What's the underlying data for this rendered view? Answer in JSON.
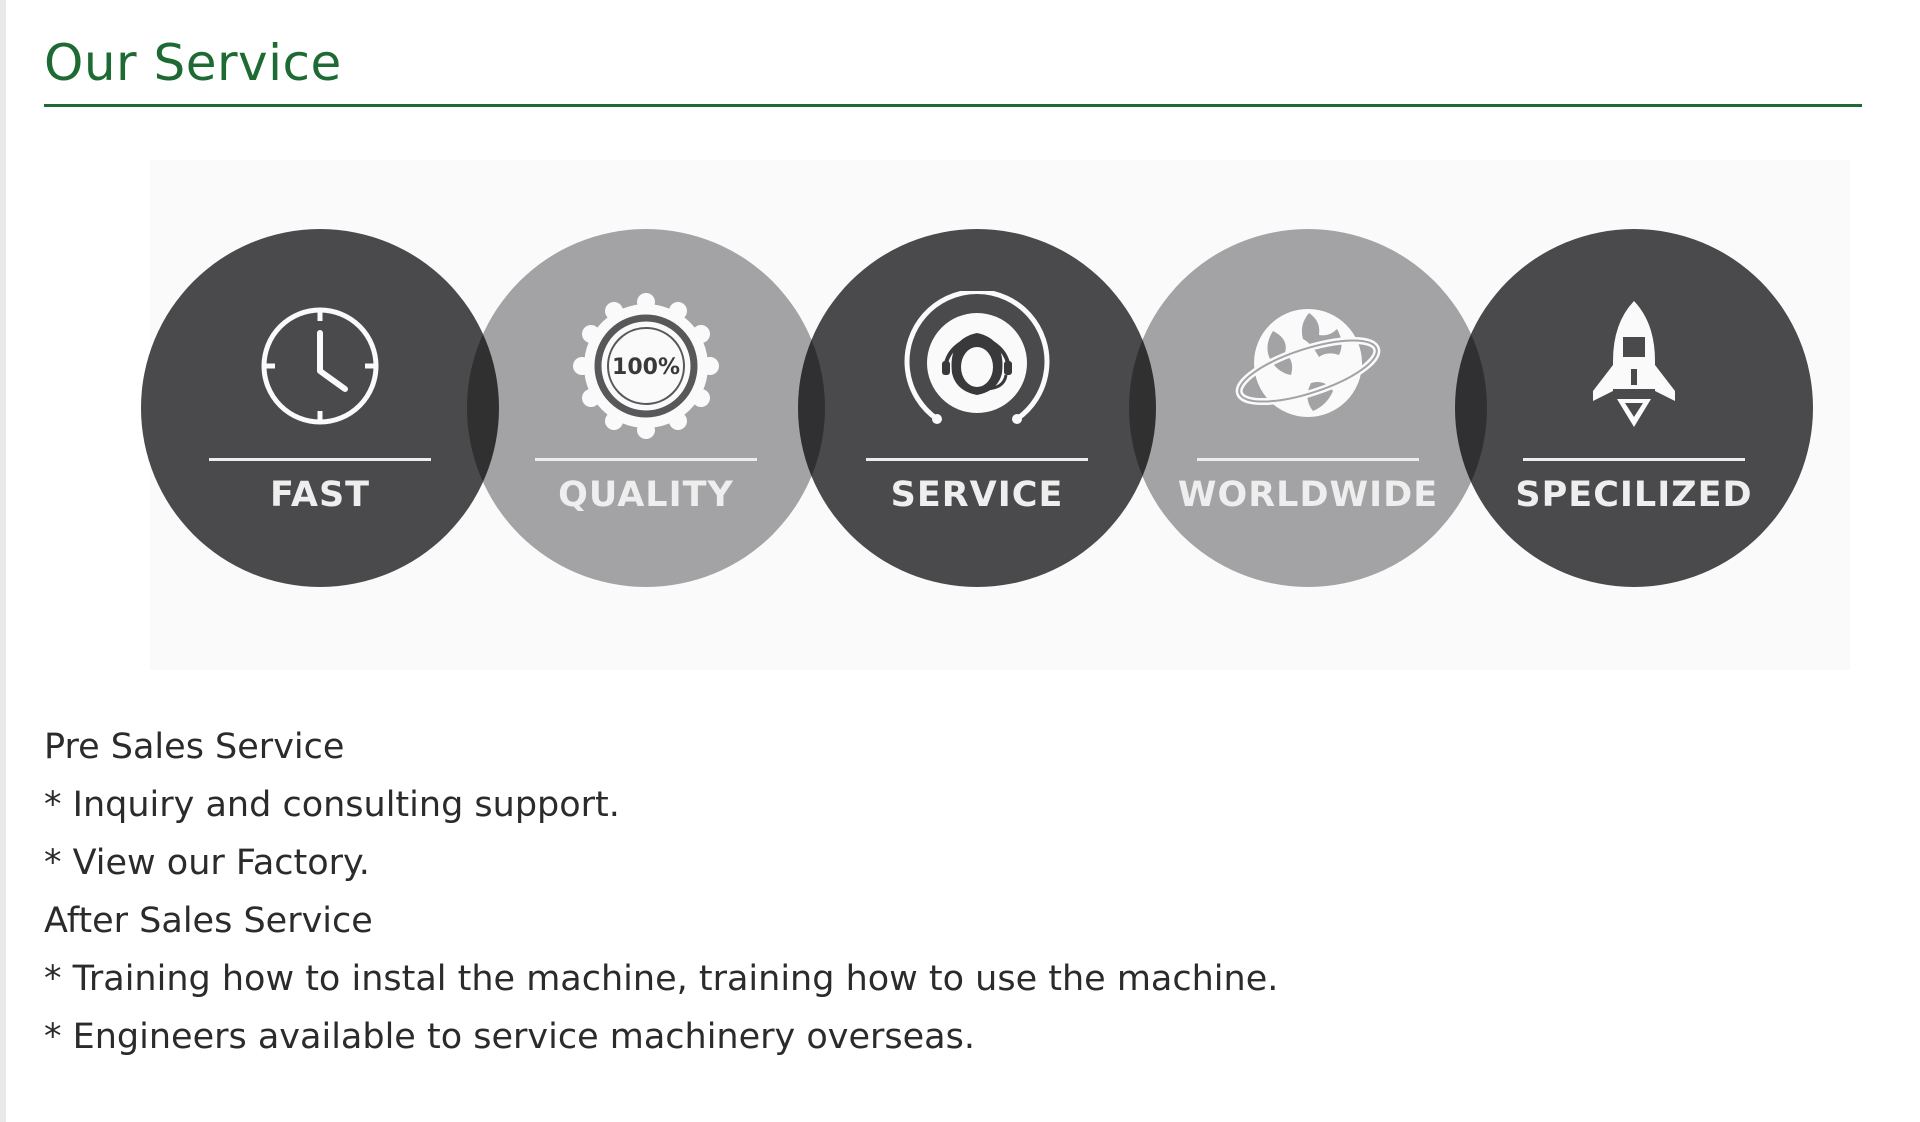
{
  "section": {
    "title": "Our Service"
  },
  "features": [
    {
      "label": "FAST",
      "icon": "clock-icon",
      "tone": "dark"
    },
    {
      "label": "QUALITY",
      "icon": "quality-seal-icon",
      "badge": "100%",
      "tone": "light"
    },
    {
      "label": "SERVICE",
      "icon": "headset-agent-icon",
      "tone": "dark"
    },
    {
      "label": "WORLDWIDE",
      "icon": "planet-globe-icon",
      "tone": "light"
    },
    {
      "label": "SPECILIZED",
      "icon": "rocket-icon",
      "tone": "dark"
    }
  ],
  "colors": {
    "accent": "#1e6a33",
    "dark_circle": "#4b4a4c",
    "light_circle": "#a6a5a7"
  },
  "service_lines": [
    "Pre Sales Service",
    "* Inquiry and consulting support.",
    "* View our Factory.",
    "After Sales Service",
    "* Training how to instal the machine, training how to use the machine.",
    "* Engineers available to service machinery overseas."
  ]
}
